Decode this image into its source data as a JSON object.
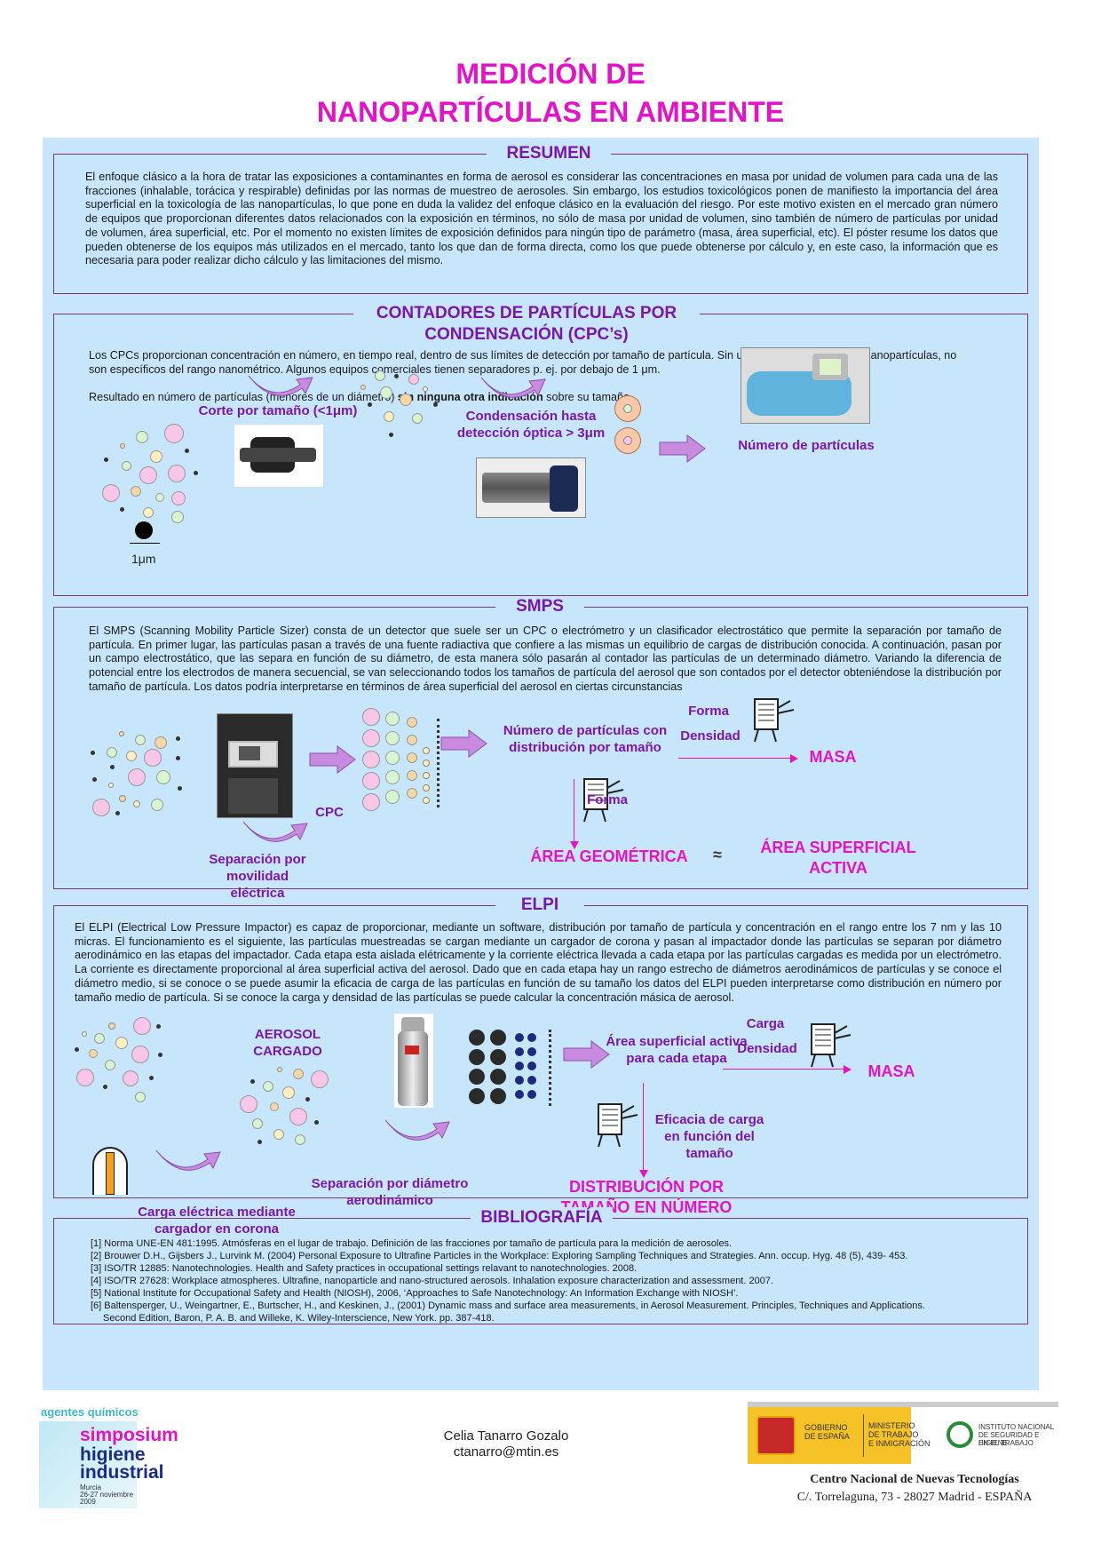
{
  "title": {
    "line1": "MEDICIÓN DE",
    "line2": "NANOPARTÍCULAS EN AMBIENTE"
  },
  "resumen": {
    "heading": "RESUMEN",
    "text": "El enfoque clásico a la hora de tratar las exposiciones a contaminantes en forma de aerosol es considerar las concentraciones en masa por unidad de volumen para cada una de las fracciones (inhalable, torácica y respirable) definidas por las normas de muestreo de aerosoles. Sin embargo, los estudios toxicológicos ponen de manifiesto la importancia del área superficial en la toxicología de las nanopartículas, lo que pone en duda la validez del enfoque clásico en la evaluación del riesgo. Por este motivo existen en el mercado gran número de equipos que proporcionan diferentes datos relacionados con la exposición en términos, no sólo de masa por unidad de volumen, sino también de número de partículas por unidad de volumen, área superficial, etc. Por el momento no existen límites de exposición definidos para ningún tipo de parámetro (masa, área superficial, etc). El póster resume los datos que pueden obtenerse de los equipos más utilizados en el mercado, tanto los que dan de forma directa, como los que puede obtenerse por cálculo y, en este caso, la información que es necesaria para poder realizar dicho cálculo y las limitaciones del mismo."
  },
  "cpc": {
    "heading_l1": "CONTADORES DE PARTÍCULAS POR",
    "heading_l2": "CONDENSACIÓN (CPC’s)",
    "text": "Los CPCs proporcionan concentración en número, en tiempo real, dentro de sus límites de detección por tamaño de partícula. Sin un separador previo para nanopartículas, no son específicos del rango nanométrico. Algunos equipos comerciales tienen separadores p. ej. por debajo de 1 μm.",
    "result_prefix": "Resultado en número de partículas (menores de un diámetro)",
    "result_bold": "sin ninguna otra indicación",
    "result_suffix": "sobre su tamaño.",
    "label_cut": "Corte por tamaño (<1μm)",
    "label_cond_l1": "Condensación hasta",
    "label_cond_l2": "detección óptica > 3μm",
    "label_count": "Número de partículas",
    "scale": "1μm"
  },
  "smps": {
    "heading": "SMPS",
    "text": "El SMPS (Scanning Mobility Particle Sizer) consta de un detector que suele ser un CPC o electrómetro y un clasificador electrostático que permite la separación por tamaño de partícula. En primer lugar, las partículas pasan a través de una fuente radiactiva que confiere a las mismas un equilibrio de cargas de distribución conocida. A continuación, pasan por un campo electrostático, que las separa en función de su diámetro, de esta manera sólo pasarán al contador las partículas de un determinado diámetro. Variando la diferencia de potencial entre los electrodos de manera secuencial, se van seleccionando todos los tamaños de partícula del aerosol que son contados por el detector obteniéndose la distribución por tamaño de partícula. Los datos podría interpretarse en términos de área superficial del aerosol en ciertas circunstancias",
    "label_cpc": "CPC",
    "label_sep_l1": "Separación por movilidad",
    "label_sep_l2": "eléctrica",
    "label_num_l1": "Número de partículas con",
    "label_num_l2": "distribución por tamaño",
    "label_forma_top": "Forma",
    "label_densidad": "Densidad",
    "label_forma_mid": "Forma",
    "masa": "MASA",
    "area_geo": "ÁREA GEOMÉTRICA",
    "approx": "≈",
    "area_sup_l1": "ÁREA SUPERFICIAL",
    "area_sup_l2": "ACTIVA"
  },
  "elpi": {
    "heading": "ELPI",
    "text": "El ELPI (Electrical Low Pressure Impactor) es capaz de proporcionar, mediante un software, distribución por tamaño de partícula y concentración en el rango entre los 7 nm y las 10 micras. El funcionamiento es el siguiente, las partículas muestreadas se cargan mediante un cargador de corona y pasan al impactador donde las partículas se separan por diámetro aerodinámico en las etapas del impactador. Cada etapa esta aislada elétricamente y la corriente eléctrica llevada a cada etapa por las partículas cargadas es medida por un electrómetro. La corriente es directamente proporcional al área superficial activa del aerosol. Dado que en cada etapa hay un rango estrecho de diámetros aerodinámicos de partículas y se conoce el diámetro medio, si se conoce o se puede asumir la eficacia de carga de las partículas en función de su tamaño los datos del ELPI pueden interpretarse como distribución en número por tamaño medio de partícula. Si se conoce la carga y densidad de las partículas se puede calcular la concentración másica de aerosol.",
    "label_aerosol_l1": "AEROSOL",
    "label_aerosol_l2": "CARGADO",
    "label_carga_l1": "Carga eléctrica mediante",
    "label_carga_l2": "cargador en corona",
    "label_sep_l1": "Separación por diámetro",
    "label_sep_l2": "aerodinámico",
    "label_area_l1": "Área superficial activa",
    "label_area_l2": "para cada etapa",
    "label_carga": "Carga",
    "label_densidad": "Densidad",
    "masa": "MASA",
    "label_efic_l1": "Eficacia de carga",
    "label_efic_l2": "en función del",
    "label_efic_l3": "tamaño",
    "dist_l1": "DISTRIBUCIÓN POR",
    "dist_l2": "TAMAÑO EN NÚMERO"
  },
  "bibliografia": {
    "heading": "BIBLIOGRAFÍA",
    "refs": [
      "[1] Norma UNE-EN 481:1995. Atmósferas en el lugar de trabajo. Definición de las fracciones por tamaño de partícula para la medición de aerosoles.",
      "[2] Brouwer D.H., Gijsbers J., Lurvink M. (2004) Personal Exposure to Ultrafine Particles in the Workplace: Exploring Sampling Techniques and Strategies. Ann. occup. Hyg. 48 (5), 439- 453.",
      "[3] ISO/TR 12885: Nanotechnologies. Health and Safety practices in occupational settings relavant to nanotechnologies. 2008.",
      "[4] ISO/TR 27628: Workplace atmospheres. Ultrafine, nanoparticle and nano-structured aerosols. Inhalation exposure characterization and assessment. 2007.",
      "[5] National Institute for Occupational Safety and Health (NIOSH), 2006, ‘Approaches to Safe Nanotechnology: An Information Exchange with NIOSH’.",
      "[6] Baltensperger, U., Weingartner, E., Burtscher, H., and Keskinen, J., (2001) Dynamic mass and surface area measurements, in Aerosol Measurement. Principles, Techniques and Applications.",
      "Second Edition, Baron, P. A. B. and Willeke, K. Wiley-Interscience, New York. pp. 387-418."
    ]
  },
  "footer": {
    "logo_top": "agentes químicos",
    "logo_l1": "simposium",
    "logo_l2": "higiene",
    "logo_l3": "industrial",
    "logo_place": "Murcia",
    "logo_date": "26-27 noviembre",
    "logo_year": "2009",
    "author": "Celia Tanarro Gozalo",
    "email": "ctanarro@mtin.es",
    "gov_l1": "GOBIERNO",
    "gov_l2": "DE ESPAÑA",
    "min_l1": "MINISTERIO",
    "min_l2": "DE TRABAJO",
    "min_l3": "E INMIGRACIÓN",
    "inst_l1": "INSTITUTO NACIONAL",
    "inst_l2": "DE SEGURIDAD E HIGIENE",
    "inst_l3": "EN EL TRABAJO",
    "centro": "Centro Nacional de Nuevas Tecnologías",
    "address": "C/. Torrelaguna, 73 - 28027 Madrid - ESPAÑA"
  },
  "colors": {
    "magenta": "#e313c8",
    "purple": "#7a17a8",
    "panel": "#c8e6fb",
    "arrow": "#c98be0"
  }
}
